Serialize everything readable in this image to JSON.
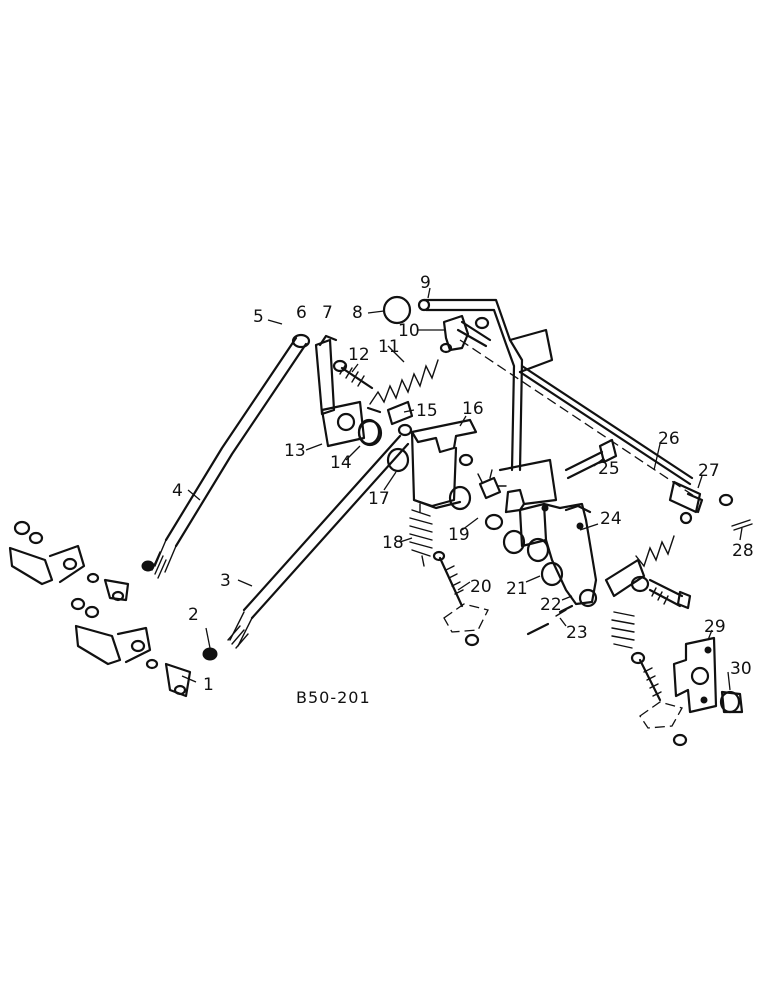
{
  "diagram": {
    "drawing_code": "B50-201",
    "callouts": [
      "1",
      "2",
      "3",
      "4",
      "5",
      "6",
      "7",
      "8",
      "9",
      "10",
      "11",
      "12",
      "13",
      "14",
      "15",
      "16",
      "17",
      "18",
      "19",
      "20",
      "21",
      "22",
      "23",
      "24",
      "25",
      "26",
      "27",
      "28",
      "29",
      "30"
    ]
  }
}
